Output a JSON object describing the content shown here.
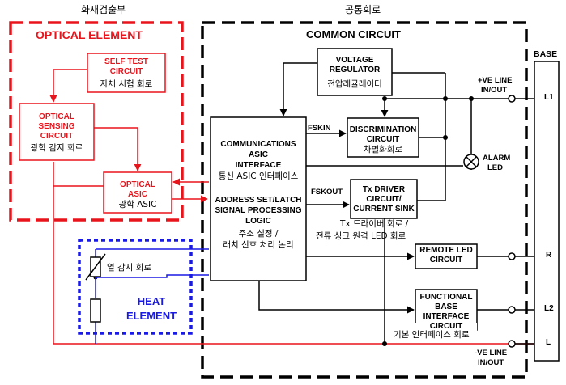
{
  "colors": {
    "red": "#e8141c",
    "blue": "#1a1ae6",
    "black": "#000000"
  },
  "headings": {
    "fire_detection_kr": "화재검출부",
    "common_kr": "공통회로"
  },
  "optical_element": {
    "title": "OPTICAL ELEMENT",
    "self_test": {
      "line1": "SELF TEST",
      "line2": "CIRCUIT",
      "kr": "자체 시험 회로"
    },
    "sensing": {
      "line1": "OPTICAL",
      "line2": "SENSING",
      "line3": "CIRCUIT",
      "kr": "광학 감지 회로"
    },
    "asic": {
      "line1": "OPTICAL",
      "line2": "ASIC",
      "kr": "광학 ASIC"
    }
  },
  "common_circuit": {
    "title": "COMMON CIRCUIT",
    "voltage_regulator": {
      "line1": "VOLTAGE",
      "line2": "REGULATOR",
      "kr": "전압레귤레이터"
    },
    "discrimination": {
      "line1": "DISCRIMINATION",
      "line2": "CIRCUIT",
      "kr": "차별화회로"
    },
    "asic_main": {
      "line1": "COMMUNICATIONS",
      "line2": "ASIC",
      "line3": "INTERFACE",
      "kr1": "통신 ASIC 인터페이스",
      "line4": "ADDRESS SET/LATCH",
      "line5": "SIGNAL PROCESSING",
      "line6": "LOGIC",
      "kr2": "주소 설정 /",
      "kr3": "래치 신호 처리 논리"
    },
    "fskin": "FSKIN",
    "fskout": "FSKOUT",
    "tx_driver": {
      "line1": "Tx DRIVER",
      "line2": "CIRCUIT/",
      "line3": "CURRENT SINK",
      "kr1": "Tx 드라이버 회로 /",
      "kr2": "전류 싱크 원격 LED 회로"
    },
    "alarm_led": {
      "line1": "ALARM",
      "line2": "LED"
    },
    "remote_led": {
      "line1": "REMOTE LED",
      "line2": "CIRCUIT"
    },
    "functional_base": {
      "line1": "FUNCTIONAL",
      "line2": "BASE",
      "line3": "INTERFACE",
      "line4": "CIRCUIT",
      "kr": "기본 인터페이스 회로"
    }
  },
  "heat_element": {
    "title1": "HEAT",
    "title2": "ELEMENT",
    "kr": "열 감지 회로"
  },
  "base": {
    "title": "BASE",
    "ve_pos": {
      "line1": "+VE LINE",
      "line2": "IN/OUT"
    },
    "ve_neg": {
      "line1": "-VE LINE",
      "line2": "IN/OUT"
    },
    "terminals": [
      "L1",
      "R",
      "L2",
      "L"
    ]
  }
}
